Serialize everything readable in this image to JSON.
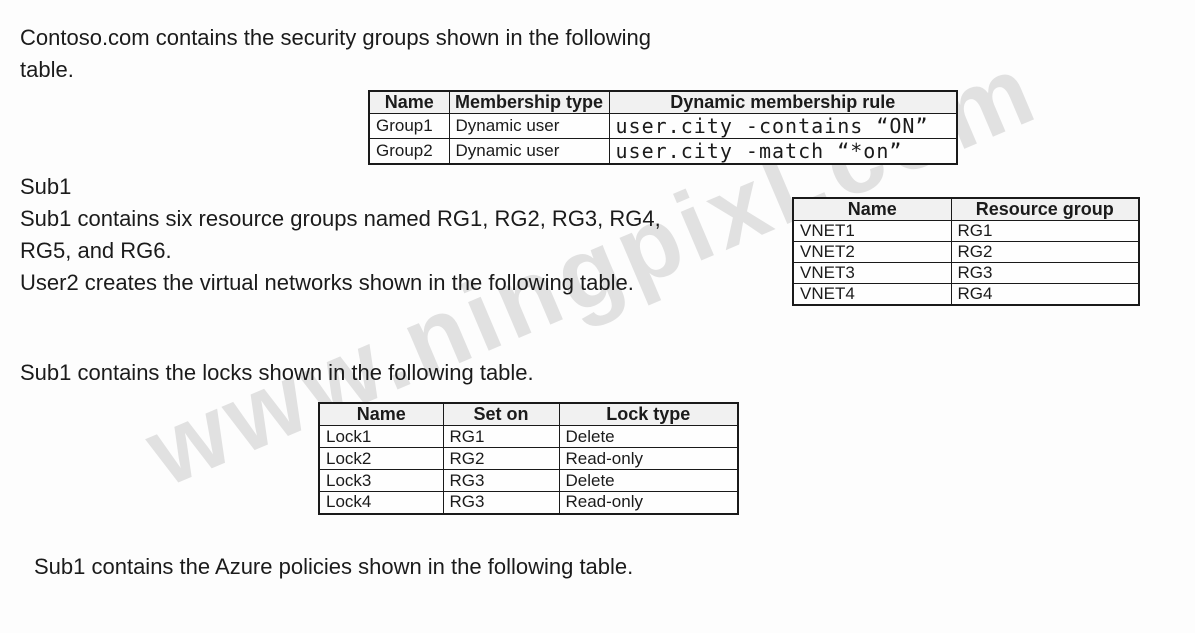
{
  "colors": {
    "text": "#1b1b1b",
    "border": "#1a1a1a",
    "header-bg": "#f1f1f1",
    "watermark": "rgba(0,0,0,0.11)",
    "page-bg": "#fdfdfd"
  },
  "watermark": {
    "text": "www.ningpixl.com"
  },
  "paragraphs": {
    "intro_lines": [
      "Contoso.com contains the security groups shown in the following",
      "table."
    ],
    "sub1_lines": [
      "Sub1",
      "Sub1 contains six resource groups named RG1, RG2, RG3, RG4,",
      "RG5, and RG6.",
      "User2 creates the virtual networks shown in the following table."
    ],
    "locks_intro": "Sub1 contains the locks shown in the following table.",
    "policies_intro": "Sub1 contains the Azure policies shown in the following table."
  },
  "tables": {
    "security_groups": {
      "headers": [
        "Name",
        "Membership type",
        "Dynamic membership rule"
      ],
      "rows": [
        [
          "Group1",
          "Dynamic user",
          "user.city -contains “ON”"
        ],
        [
          "Group2",
          "Dynamic user",
          "user.city -match “*on”"
        ]
      ]
    },
    "virtual_networks": {
      "headers": [
        "Name",
        "Resource group"
      ],
      "rows": [
        [
          "VNET1",
          "RG1"
        ],
        [
          "VNET2",
          "RG2"
        ],
        [
          "VNET3",
          "RG3"
        ],
        [
          "VNET4",
          "RG4"
        ]
      ]
    },
    "locks": {
      "headers": [
        "Name",
        "Set on",
        "Lock type"
      ],
      "rows": [
        [
          "Lock1",
          "RG1",
          "Delete"
        ],
        [
          "Lock2",
          "RG2",
          "Read-only"
        ],
        [
          "Lock3",
          "RG3",
          "Delete"
        ],
        [
          "Lock4",
          "RG3",
          "Read-only"
        ]
      ]
    }
  }
}
